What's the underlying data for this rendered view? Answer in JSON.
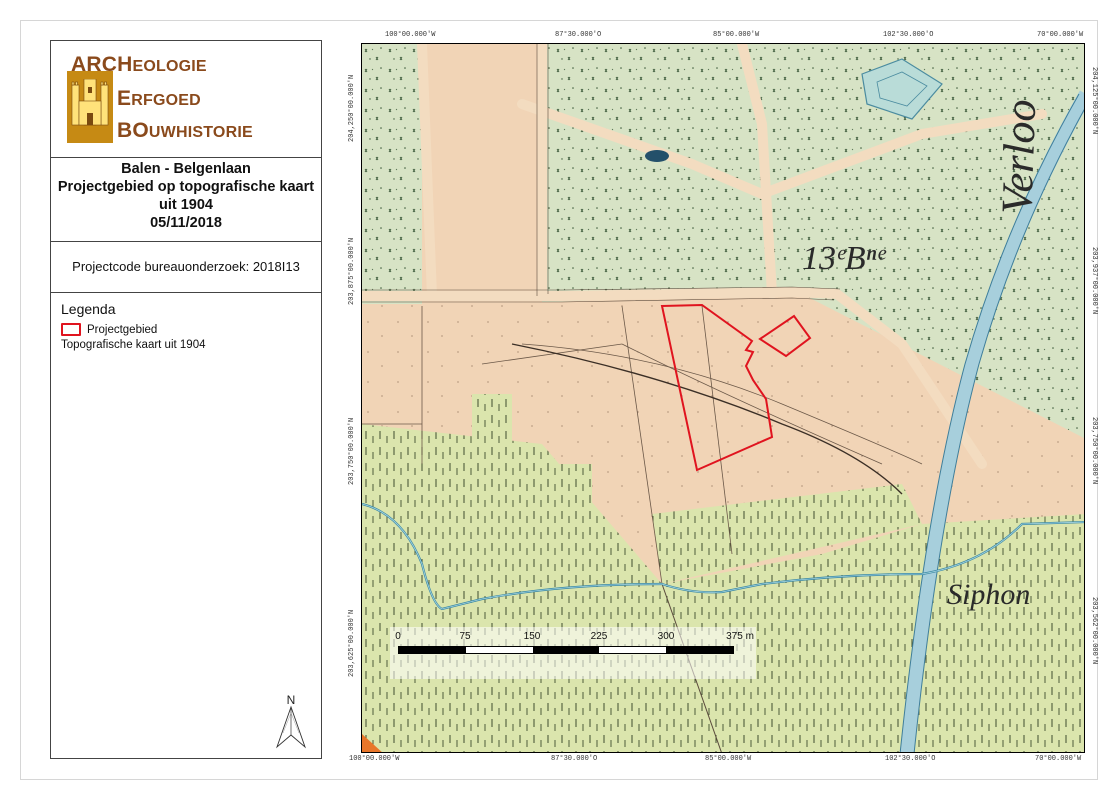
{
  "logo": {
    "line1_lead": "ARCH",
    "line1_rest": "EOLOGIE",
    "line2_lead": "E",
    "line2_rest": "RFGOED",
    "line3_lead": "BO",
    "line3_rest": "UWHISTORIE",
    "brand_color": "#8a4a1c",
    "mark_color": "#c68a14"
  },
  "title": {
    "line1": "Balen - Belgenlaan",
    "line2": "Projectgebied op topografische kaart",
    "line3": "uit 1904",
    "line4": "05/11/2018"
  },
  "project_code": "Projectcode bureauonderzoek: 2018I13",
  "legend": {
    "title": "Legenda",
    "items": [
      {
        "label": "Projectgebied",
        "color": "#e0141f"
      },
      {
        "label": "Topografische kaart uit 1904"
      }
    ]
  },
  "north_label": "N",
  "coords": {
    "top": [
      "100°00.000'W",
      "87°30.000'O",
      "85°00.000'W",
      "102°30.000'O",
      "70°00.000'W"
    ],
    "bottom": [
      "100°00.000'W",
      "87°30.000'O",
      "85°00.000'W",
      "102°30.000'O",
      "70°00.000'W"
    ],
    "left": [
      "204,250°00.000'N",
      "203,875°00.000'N",
      "203,750°00.000'N",
      "203,625°00.000'N"
    ],
    "right": [
      "204,125°00.000'N",
      "203,937°00.000'N",
      "203,750°00.000'N",
      "203,562°00.000'N"
    ]
  },
  "map_text": {
    "label_13b": "13ᵉBⁿᵉ",
    "label_verloo": "Verloo",
    "label_siphon": "Siphon"
  },
  "scale": {
    "labels": [
      "0",
      "75",
      "150",
      "225",
      "300",
      "375 m"
    ]
  }
}
